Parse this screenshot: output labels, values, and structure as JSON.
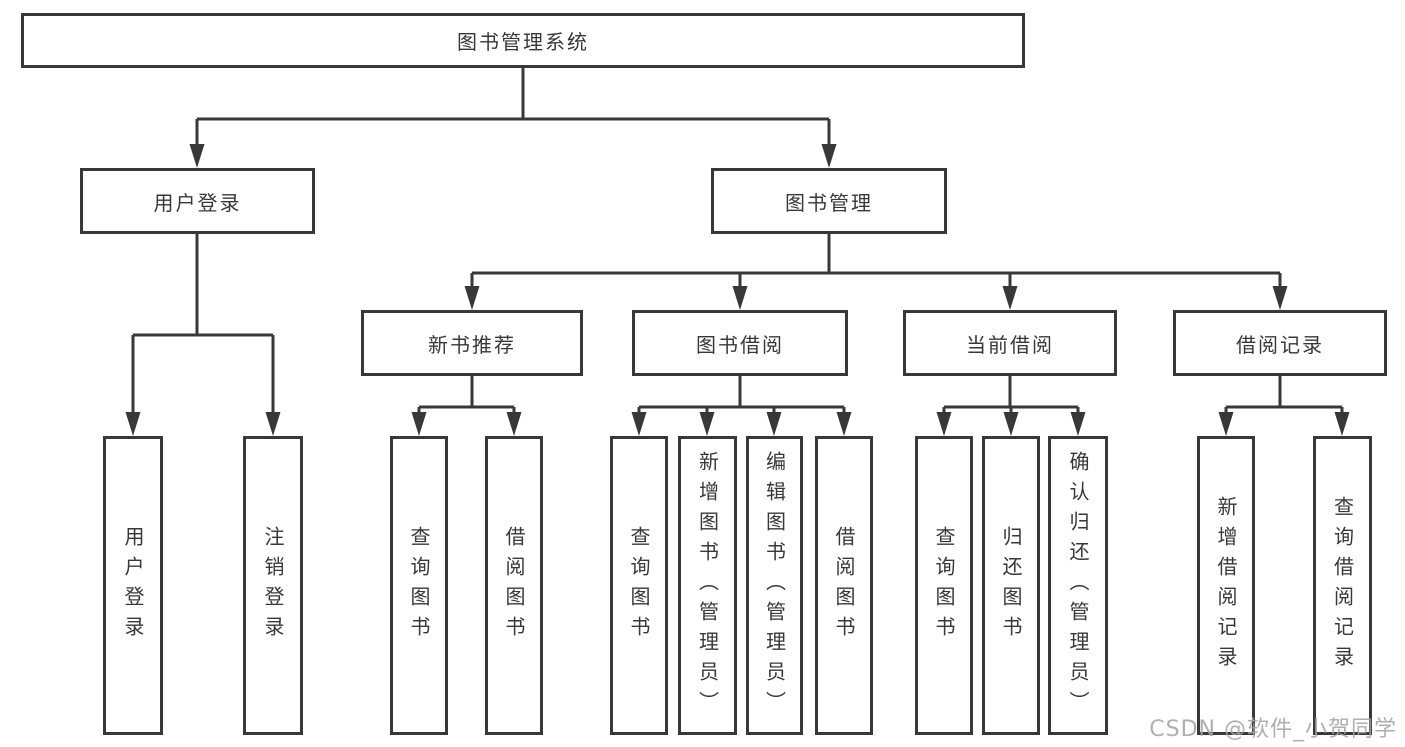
{
  "colors": {
    "line": "#383838",
    "text": "#383838",
    "background": "#ffffff",
    "watermark": "#a4a4a4"
  },
  "watermark": "CSDN @软件_小贺同学",
  "root": {
    "label": "图书管理系统",
    "children": [
      {
        "label": "用户登录",
        "children": [
          {
            "label": "用户登录"
          },
          {
            "label": "注销登录"
          }
        ]
      },
      {
        "label": "图书管理",
        "children": [
          {
            "label": "新书推荐",
            "children": [
              {
                "label": "查询图书"
              },
              {
                "label": "借阅图书"
              }
            ]
          },
          {
            "label": "图书借阅",
            "children": [
              {
                "label": "查询图书"
              },
              {
                "label": "新增图书（管理员）"
              },
              {
                "label": "编辑图书（管理员）"
              },
              {
                "label": "借阅图书"
              }
            ]
          },
          {
            "label": "当前借阅",
            "children": [
              {
                "label": "查询图书"
              },
              {
                "label": "归还图书"
              },
              {
                "label": "确认归还（管理员）"
              }
            ]
          },
          {
            "label": "借阅记录",
            "children": [
              {
                "label": "新增借阅记录"
              },
              {
                "label": "查询借阅记录"
              }
            ]
          }
        ]
      }
    ]
  }
}
